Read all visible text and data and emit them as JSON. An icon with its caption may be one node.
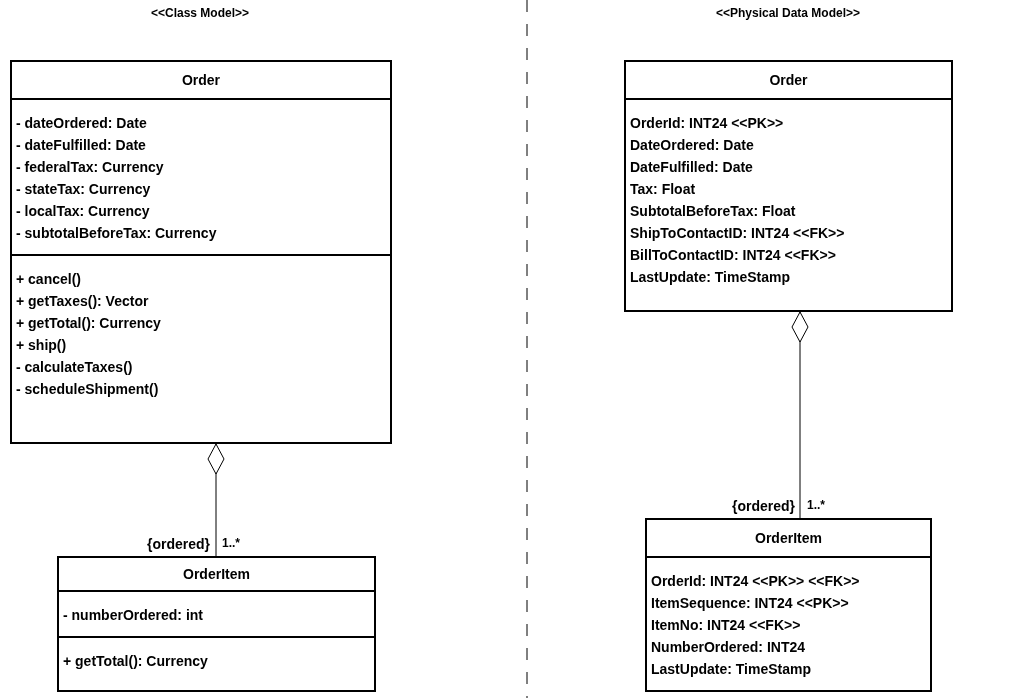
{
  "diagram": {
    "nodes": [
      {
        "text": [
          "Order"
        ]
      },
      {
        "text": [
          "- dateOrdered: Date",
          "- dateFulfilled: Date",
          "- federalTax: Currency",
          "- stateTax: Currency",
          "- localTax: Currency",
          "- subtotalBeforeTax: Currency"
        ],
        "in": 0
      },
      {
        "text": [
          "+ cancel()",
          "+ getTaxes(): Vector",
          "+ getTotal(): Currency",
          "+ ship()",
          "- calculateTaxes()",
          "- scheduleShipment()"
        ],
        "in": 0
      },
      {
        "text": [
          "OrderItem"
        ]
      },
      {
        "text": [
          "- numberOrdered: int"
        ],
        "in": 3
      },
      {
        "text": [
          "+ getTotal(): Currency"
        ],
        "in": 3
      },
      {
        "text": [
          "Order"
        ]
      },
      {
        "text": [
          "OrderId: INT24 <<PK>>",
          "DateOrdered: Date",
          "DateFulfilled: Date",
          "Tax: Float",
          "SubtotalBeforeTax: Float",
          "ShipToContactID: INT24 <<FK>>",
          "BillToContactID: INT24 <<FK>>",
          "LastUpdate: TimeStamp"
        ],
        "in": 6
      },
      {
        "text": [
          "OrderItem"
        ]
      },
      {
        "text": [
          "OrderId: INT24 <<PK>> <<FK>>",
          "ItemSequence: INT24 <<PK>>",
          "ItemNo: INT24 <<FK>>",
          "NumberOrdered: INT24",
          "LastUpdate: TimeStamp"
        ],
        "in": 8
      }
    ],
    "edges": [
      {
        "from": 0,
        "to": 3,
        "arrow": "other"
      },
      {
        "from": 6,
        "to": 8,
        "arrow": "other"
      }
    ],
    "labels": [
      "<<Class Model>>",
      "{ordered}",
      "1..*",
      "<<Physical Data Model>>",
      "{ordered}",
      "1..*"
    ]
  }
}
